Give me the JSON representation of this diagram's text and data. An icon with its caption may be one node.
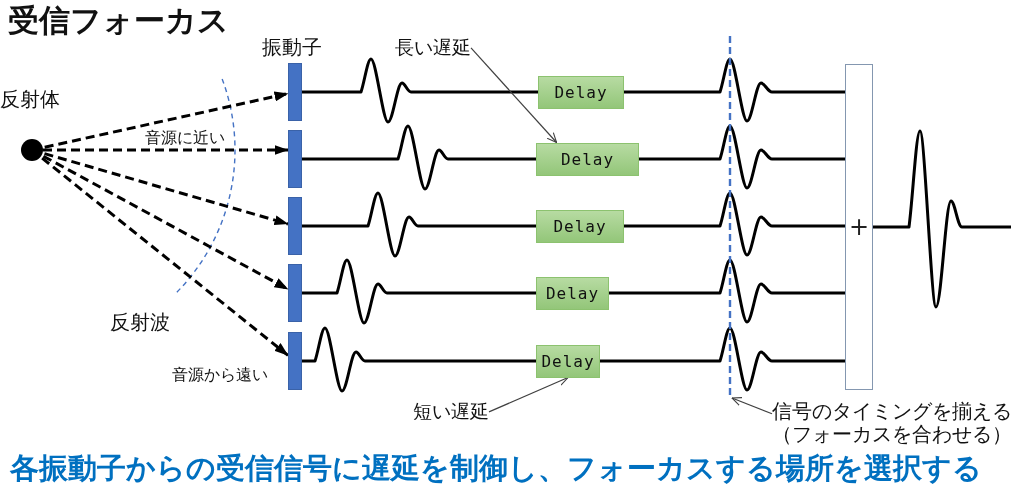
{
  "diagram": {
    "title": "受信フォーカス",
    "caption": "各振動子からの受信信号に遅延を制御し、フォーカスする場所を選択する",
    "nodes": [
      {
        "text": [],
        "shape": "circle",
        "beside": [
          "反射体"
        ]
      },
      {
        "text": [],
        "shape": "bar"
      },
      {
        "text": [],
        "shape": "bar"
      },
      {
        "text": [],
        "shape": "bar"
      },
      {
        "text": [],
        "shape": "bar"
      },
      {
        "text": [],
        "shape": "bar"
      },
      {
        "text": [
          "Delay"
        ]
      },
      {
        "text": [
          "Delay"
        ]
      },
      {
        "text": [
          "Delay"
        ]
      },
      {
        "text": [
          "Delay"
        ]
      },
      {
        "text": [
          "Delay"
        ]
      },
      {
        "text": [
          "+"
        ]
      },
      {
        "text": [
          "長い遅延"
        ]
      },
      {
        "text": [
          "短い遅延"
        ]
      },
      {
        "text": [],
        "shape": "line"
      },
      {
        "text": [
          "信号のタイミングを揃える（フォーカスを合わせる）"
        ]
      }
    ],
    "edges": [
      {
        "from": 0,
        "to": 1,
        "arrow": "to",
        "style": "dashed"
      },
      {
        "from": 0,
        "to": 2,
        "arrow": "to",
        "style": "dashed"
      },
      {
        "from": 0,
        "to": 3,
        "arrow": "to",
        "style": "dashed"
      },
      {
        "from": 0,
        "to": 4,
        "arrow": "to",
        "style": "dashed"
      },
      {
        "from": 0,
        "to": 5,
        "arrow": "to",
        "style": "dashed"
      },
      {
        "from": 1,
        "to": 6,
        "arrow": "none"
      },
      {
        "from": 2,
        "to": 7,
        "arrow": "none"
      },
      {
        "from": 3,
        "to": 8,
        "arrow": "none"
      },
      {
        "from": 4,
        "to": 9,
        "arrow": "none"
      },
      {
        "from": 5,
        "to": 10,
        "arrow": "none"
      },
      {
        "from": 6,
        "to": 11,
        "arrow": "none"
      },
      {
        "from": 7,
        "to": 11,
        "arrow": "none"
      },
      {
        "from": 8,
        "to": 11,
        "arrow": "none"
      },
      {
        "from": 9,
        "to": 11,
        "arrow": "none"
      },
      {
        "from": 10,
        "to": 11,
        "arrow": "none"
      },
      {
        "from": 11,
        "to": null,
        "arrow": "none"
      },
      {
        "from": 12,
        "to": 7,
        "arrow": "to",
        "color": "#404040"
      },
      {
        "from": 13,
        "to": 10,
        "arrow": "to",
        "color": "#404040"
      },
      {
        "from": 15,
        "to": 14,
        "arrow": "to",
        "color": "#404040"
      }
    ],
    "labels": [
      "振動子",
      "音源に近い",
      "反射波",
      "音源から遠い"
    ]
  }
}
